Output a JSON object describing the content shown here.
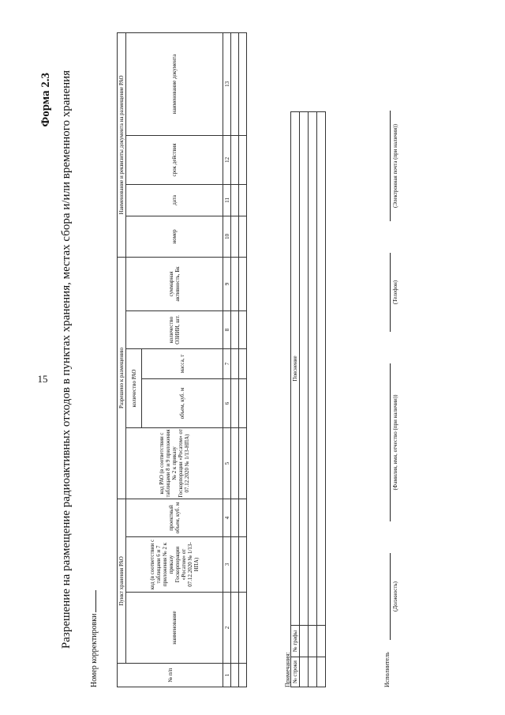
{
  "page_number": "15",
  "form_number": "Форма 2.3",
  "title": "Разрешение на размещение радиоактивных отходов в пунктах хранения, местах сбора и/или временного хранения",
  "correction_label": "Номер корректировки",
  "table": {
    "col_pp": "№ п/п",
    "group_storage": "Пункт хранения РАО",
    "col_name": "наименование",
    "col_code": "код (в соответствии с таблицами 6 и 7 приложения № 2 к приказу Госкорпорации «Росатом» от 07.12.2020 № 1/13-НПА)",
    "col_volume": "проектный объем, куб. м",
    "group_permitted": "Разрешено к размещению",
    "col_rao_code": "код РАО (в соответствии с таблицами 8 и 9 приложения № 2 к приказу Госкорпорации «Росатом» от 07.12.2020 № 1/13-НПА)",
    "group_quantity": "количество РАО",
    "col_q_volume": "объем, куб. м",
    "col_q_mass": "масса, т",
    "col_oiii": "количество ОЗИИИ, шт.",
    "col_activity": "суммарная активность, Бк",
    "group_doc": "Наименование и реквизиты документа на размещение РАО",
    "col_doc_number": "номер",
    "col_doc_date": "дата",
    "col_doc_term": "срок действия",
    "col_doc_name": "наименование документа",
    "numbers": [
      "1",
      "2",
      "3",
      "4",
      "5",
      "6",
      "7",
      "8",
      "9",
      "10",
      "11",
      "12",
      "13"
    ]
  },
  "notes": {
    "label": "Примечания:",
    "col_row": "№ строки",
    "col_column": "№ графы",
    "col_explanation": "Пояснение"
  },
  "signature": {
    "executor": "Исполнитель",
    "position": "(Должность)",
    "fio": "(Фамилия, имя, отчество (при наличии))",
    "phone": "(Телефон)",
    "email": "(Электронная почта (при наличии))"
  }
}
